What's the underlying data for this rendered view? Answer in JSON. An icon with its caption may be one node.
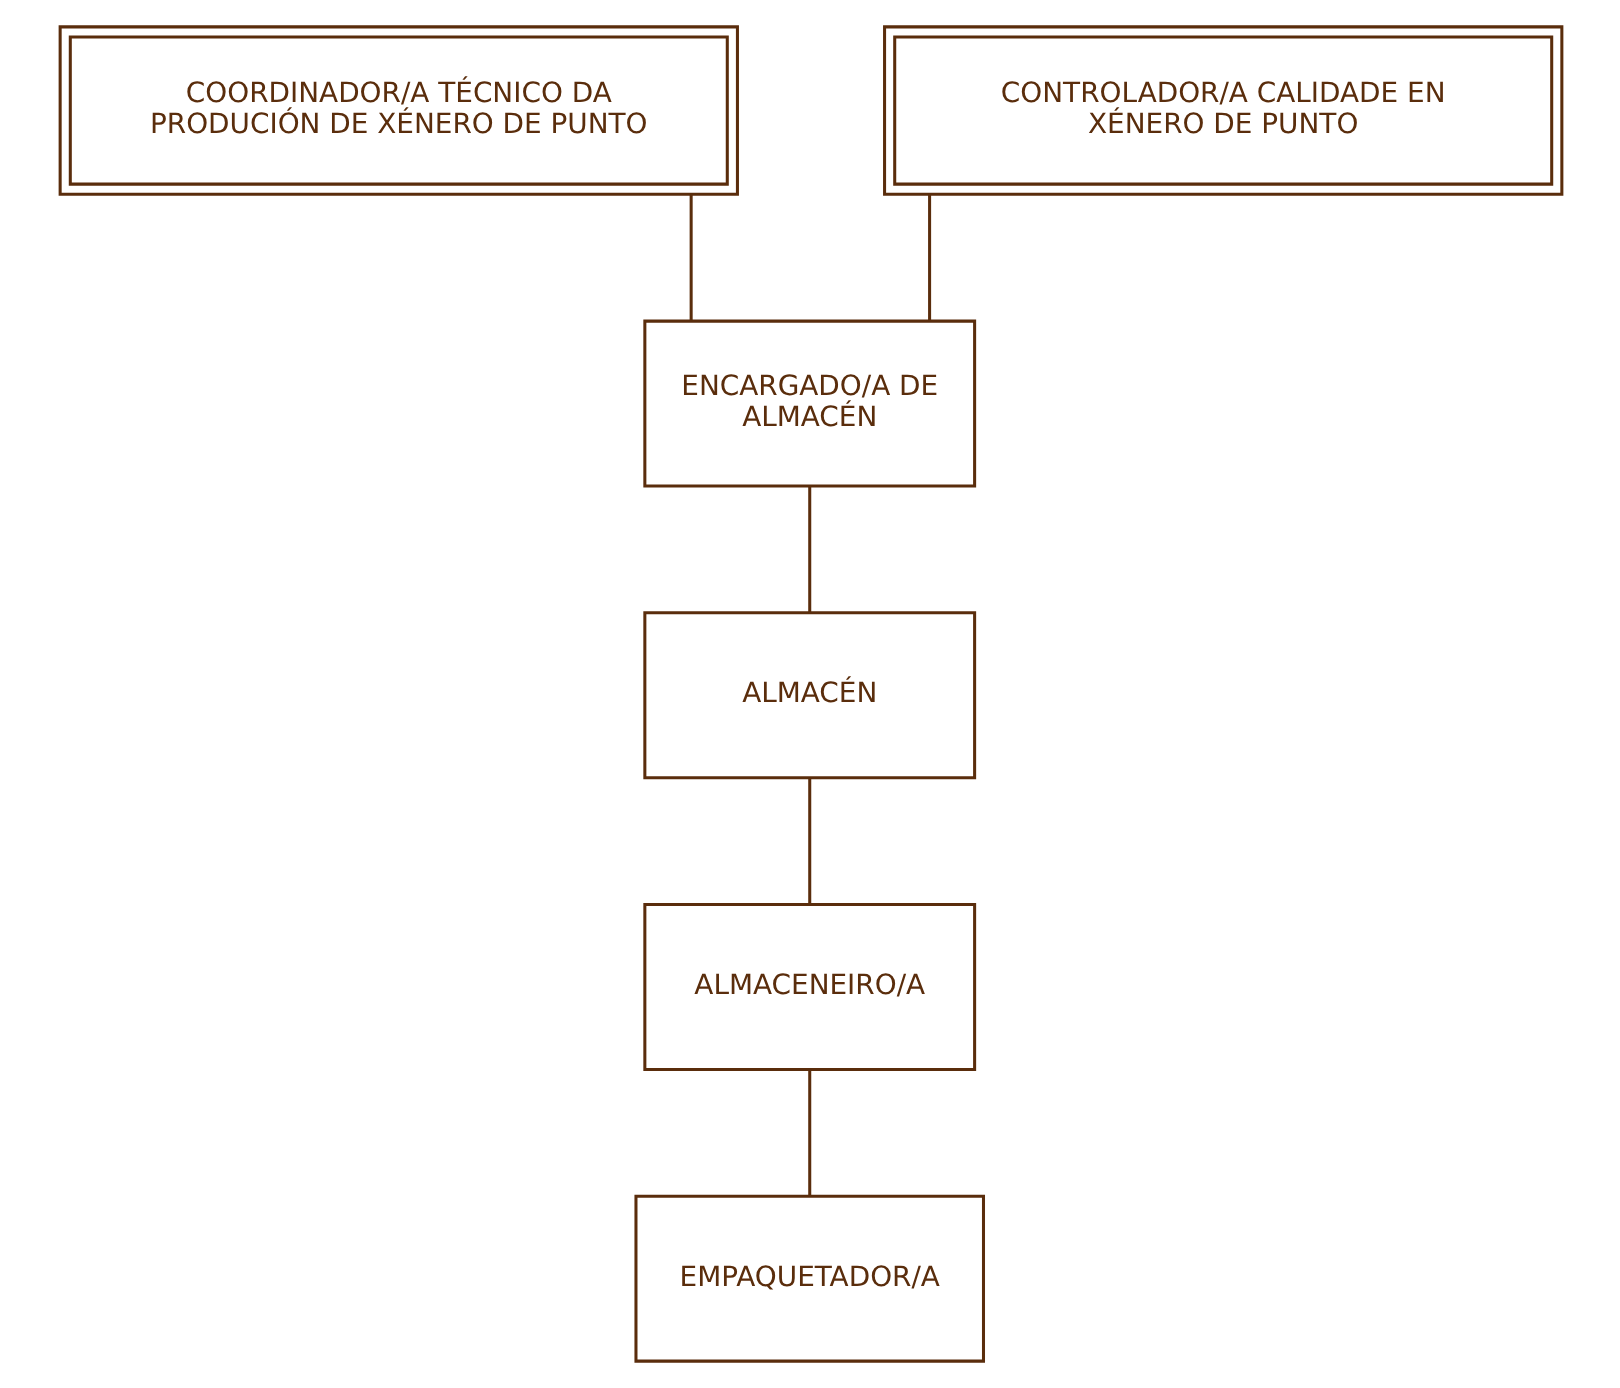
{
  "diagram": {
    "nodes": [
      {
        "text": [
          "COORDINADOR/A TÉCNICO DA PRODUCIÓN DE XÉNERO DE PUNTO"
        ]
      },
      {
        "text": [
          "CONTROLADOR/A CALIDADE EN XÉNERO DE PUNTO"
        ]
      },
      {
        "text": [
          "ENCARGADO/A DE ALMACÉN"
        ]
      },
      {
        "text": [
          "ALMACÉN"
        ]
      },
      {
        "text": [
          "ALMACENEIRO/A"
        ]
      },
      {
        "text": [
          "EMPAQUETADOR/A"
        ]
      }
    ],
    "edges": [
      {
        "from": 0,
        "to": 2,
        "arrow": "none"
      },
      {
        "from": 1,
        "to": 2,
        "arrow": "none"
      },
      {
        "from": 2,
        "to": 3,
        "arrow": "none"
      },
      {
        "from": 3,
        "to": 4,
        "arrow": "none"
      },
      {
        "from": 4,
        "to": 5,
        "arrow": "none"
      }
    ]
  }
}
